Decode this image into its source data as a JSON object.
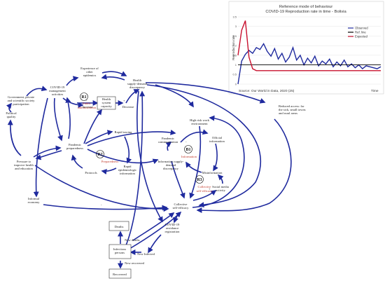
{
  "nodes": {
    "experience": [
      "Experience of",
      "other",
      "epidemics"
    ],
    "covid_mgmt": [
      "COVID-19",
      "management",
      "activities"
    ],
    "health_sd": [
      "Health",
      "supply-demand",
      "discrepancy"
    ],
    "gov": [
      "Government, private",
      "and scientific society",
      "participation"
    ],
    "r1_label": "R1",
    "r1_name": [
      "Public",
      "administration"
    ],
    "health_cap": [
      "Health",
      "system",
      "capacity"
    ],
    "increase": "Increase",
    "decrease": "Decrease",
    "reduced_access": [
      "Reduced access: for",
      "the sick, small towns",
      "and rural areas"
    ],
    "political": [
      "Political",
      "quality"
    ],
    "high_risk": [
      "High risk work",
      "environment"
    ],
    "pandemic_prep": [
      "Pandemic",
      "preparedness"
    ],
    "r2_label": "R2",
    "r2_name": "Preparedness",
    "rapid_tracing": [
      "Rapid tracing"
    ],
    "pandemic_comm": [
      "Pandemic",
      "communication"
    ],
    "b1_label": "B1",
    "b1_name": "Information",
    "official_info": [
      "Official",
      "information"
    ],
    "pressure": [
      "Pressure to",
      "improve health",
      "and education"
    ],
    "protocols": "Protocols",
    "rapid_epi": [
      "Rapid",
      "epidemiologic",
      "information"
    ],
    "info_sd": [
      "Information supply-",
      "demand",
      "discrepancy"
    ],
    "misinformation": "Misinformation",
    "r3_label": "R3",
    "r3_name": [
      "Collective",
      "self-efficacy"
    ],
    "social_media": [
      "Social media",
      "activity"
    ],
    "informal_economy": [
      "Informal",
      "economy"
    ],
    "collective_se": [
      "Collective",
      "self-efficacy"
    ],
    "deaths": "Deaths",
    "covid_avoid": [
      "COVID-19",
      "avoidance",
      "registration"
    ],
    "new_deaths": "New deaths",
    "infectious": [
      "Infectious",
      "persons"
    ],
    "new_infected": "New Infected",
    "new_recovered": "New recovered",
    "recovered": "Recovered"
  },
  "signs": {
    "s1": "-",
    "s2": "+",
    "s3": "-",
    "s4": "+",
    "s5": "-",
    "s6": "+"
  },
  "chart": {
    "title_line1": "Reference mode of behaviour",
    "title_line2": "COVID-19 Reproduction rate in time - Bolivia",
    "ylabel": "Reproduction rate",
    "xlabel": "Time",
    "source": "Source:  Our World in Data, 2020 (25)",
    "legend": [
      "Observed",
      "Ref. line",
      "Expected"
    ],
    "colors": {
      "observed": "#1f2a9e",
      "ref": "#000000",
      "expected": "#c8102e"
    }
  },
  "chart_data": {
    "type": "line",
    "ylim": [
      0,
      3.5
    ],
    "yticks": [
      "0",
      "0.5",
      "1",
      "1.5",
      "2",
      "2.5",
      "3",
      "3.5"
    ],
    "series": [
      {
        "name": "Observed",
        "values": [
          0.0,
          1.2,
          1.55,
          1.75,
          1.6,
          1.9,
          1.8,
          2.1,
          1.7,
          1.45,
          1.85,
          1.3,
          1.6,
          1.15,
          1.4,
          1.9,
          1.25,
          1.5,
          1.0,
          1.35,
          1.1,
          1.45,
          0.95,
          1.2,
          1.05,
          1.3,
          0.9,
          1.15,
          0.95,
          1.25,
          0.9,
          1.05,
          0.85,
          1.0,
          0.8,
          0.95,
          0.9,
          0.85,
          0.8,
          0.9
        ]
      },
      {
        "name": "Ref. line",
        "values": [
          1,
          1
        ]
      },
      {
        "name": "Expected",
        "values": [
          1.5,
          2.8,
          3.3,
          1.4,
          0.8,
          0.7,
          0.7,
          0.7,
          0.7,
          0.7,
          0.7,
          0.7,
          0.7,
          0.7,
          0.7,
          0.7,
          0.7,
          0.7,
          0.7,
          0.7,
          0.7,
          0.7,
          0.7,
          0.7,
          0.7,
          0.7,
          0.7,
          0.7,
          0.7,
          0.7,
          0.7,
          0.7,
          0.7,
          0.7,
          0.7,
          0.7,
          0.7,
          0.7,
          0.7,
          0.7
        ]
      }
    ]
  }
}
